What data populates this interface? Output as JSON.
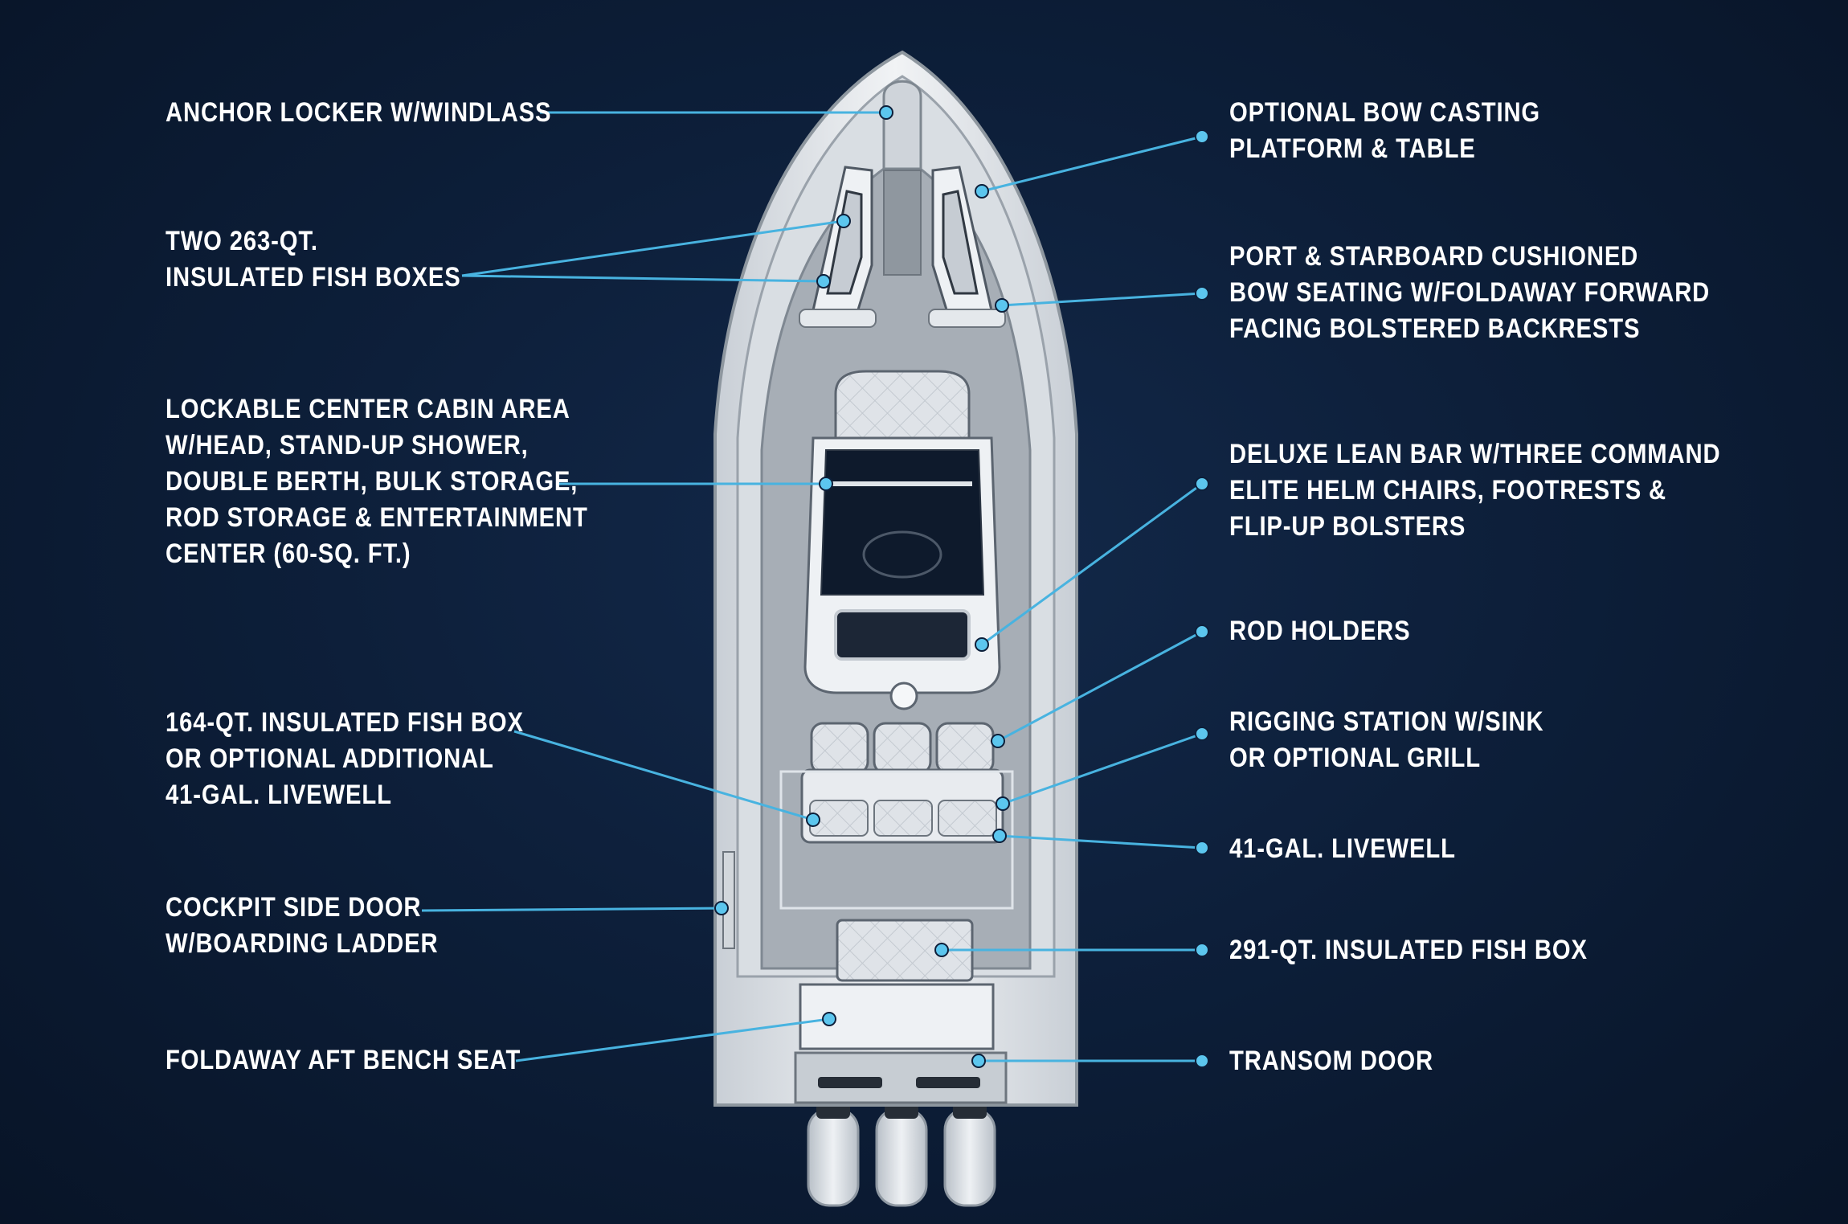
{
  "colors": {
    "background": "#0d1f3a",
    "callout_line": "#48b3e0",
    "callout_dot": "#5cc6ee",
    "label_text": "#ffffff",
    "hull": "#e9edf1",
    "deck": "#a7aeb6",
    "console_top": "#0e1a2c"
  },
  "icons": [
    "callout-dot-icon",
    "outboard-engine-icon"
  ],
  "callouts": {
    "anchor_locker": [
      "ANCHOR LOCKER W/WINDLASS"
    ],
    "fish_boxes_263": [
      "TWO 263-QT.",
      "INSULATED FISH BOXES"
    ],
    "center_cabin": [
      "LOCKABLE CENTER CABIN AREA",
      "W/HEAD, STAND-UP SHOWER,",
      "DOUBLE BERTH, BULK STORAGE,",
      "ROD STORAGE & ENTERTAINMENT",
      "CENTER (60-SQ. FT.)"
    ],
    "fish_box_164": [
      "164-QT. INSULATED FISH BOX",
      "OR OPTIONAL ADDITIONAL",
      "41-GAL. LIVEWELL"
    ],
    "side_door": [
      "COCKPIT SIDE DOOR",
      "W/BOARDING LADDER"
    ],
    "aft_bench": [
      "FOLDAWAY AFT BENCH SEAT"
    ],
    "bow_casting": [
      "OPTIONAL BOW CASTING",
      "PLATFORM & TABLE"
    ],
    "bow_seating": [
      "PORT & STARBOARD CUSHIONED",
      "BOW SEATING W/FOLDAWAY FORWARD",
      "FACING BOLSTERED BACKRESTS"
    ],
    "lean_bar": [
      "DELUXE LEAN BAR W/THREE COMMAND",
      "ELITE HELM CHAIRS, FOOTRESTS &",
      "FLIP-UP BOLSTERS"
    ],
    "rod_holders": [
      "ROD HOLDERS"
    ],
    "rigging_station": [
      "RIGGING STATION W/SINK",
      "OR OPTIONAL GRILL"
    ],
    "livewell_41": [
      "41-GAL. LIVEWELL"
    ],
    "fish_box_291": [
      "291-QT. INSULATED FISH BOX"
    ],
    "transom_door": [
      "TRANSOM DOOR"
    ]
  }
}
